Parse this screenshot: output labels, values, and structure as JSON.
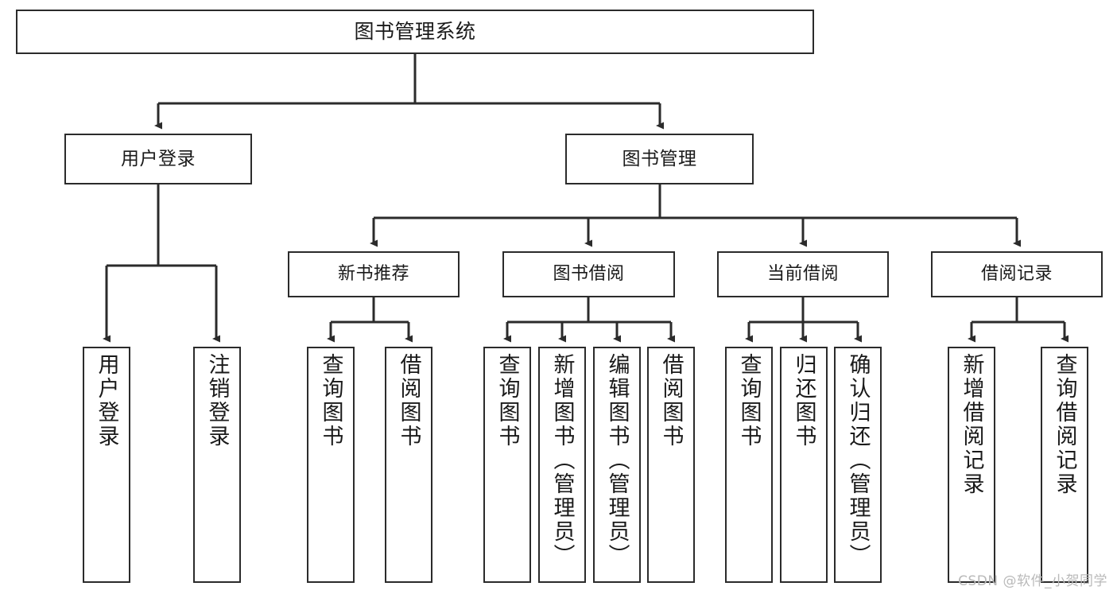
{
  "diagram": {
    "title": "图书管理系统",
    "watermark": "CSDN @软件_小贺同学",
    "line_color": "#2b2b2b",
    "box_fill": "#ffffff",
    "text_color": "#1a1a1a",
    "nodes": {
      "root": "图书管理系统",
      "level2": [
        "用户登录",
        "图书管理"
      ],
      "level3": [
        "新书推荐",
        "图书借阅",
        "当前借阅",
        "借阅记录"
      ],
      "leaves_user_login": [
        "用户登录",
        "注销登录"
      ],
      "leaves_new_book": [
        "查询图书",
        "借阅图书"
      ],
      "leaves_book_borrow": [
        "查询图书",
        "新增图书（管理员）",
        "编辑图书（管理员）",
        "借阅图书"
      ],
      "leaves_current_borrow": [
        "查询图书",
        "归还图书",
        "确认归还（管理员）"
      ],
      "leaves_borrow_record": [
        "新增借阅记录",
        "查询借阅记录"
      ]
    }
  }
}
